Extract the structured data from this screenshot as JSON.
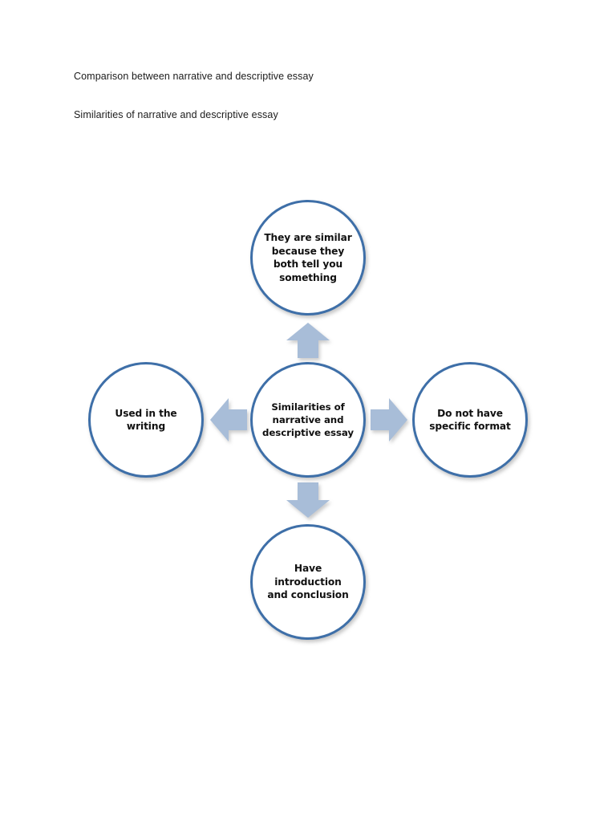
{
  "document": {
    "background_color": "#ffffff",
    "headings": [
      "Comparison between narrative and descriptive essay",
      "Similarities of narrative and descriptive essay"
    ]
  },
  "diagram": {
    "type": "radial-smartart",
    "colors": {
      "node_border": "#3e6fa8",
      "node_fill": "#ffffff",
      "arrow_fill": "#a8bdd8",
      "text": "#111111"
    },
    "center": {
      "label": "Similarities of narrative and descriptive essay"
    },
    "nodes": [
      {
        "position": "top",
        "label": "They are similar because they both tell you something"
      },
      {
        "position": "right",
        "label": "Do not have specific format"
      },
      {
        "position": "bottom",
        "label": "Have introduction and conclusion"
      },
      {
        "position": "left",
        "label": "Used in the writing"
      }
    ],
    "arrows": [
      {
        "direction": "up",
        "from": "center",
        "to": "top"
      },
      {
        "direction": "right",
        "from": "center",
        "to": "right"
      },
      {
        "direction": "down",
        "from": "center",
        "to": "bottom"
      },
      {
        "direction": "left",
        "from": "center",
        "to": "left"
      }
    ]
  }
}
